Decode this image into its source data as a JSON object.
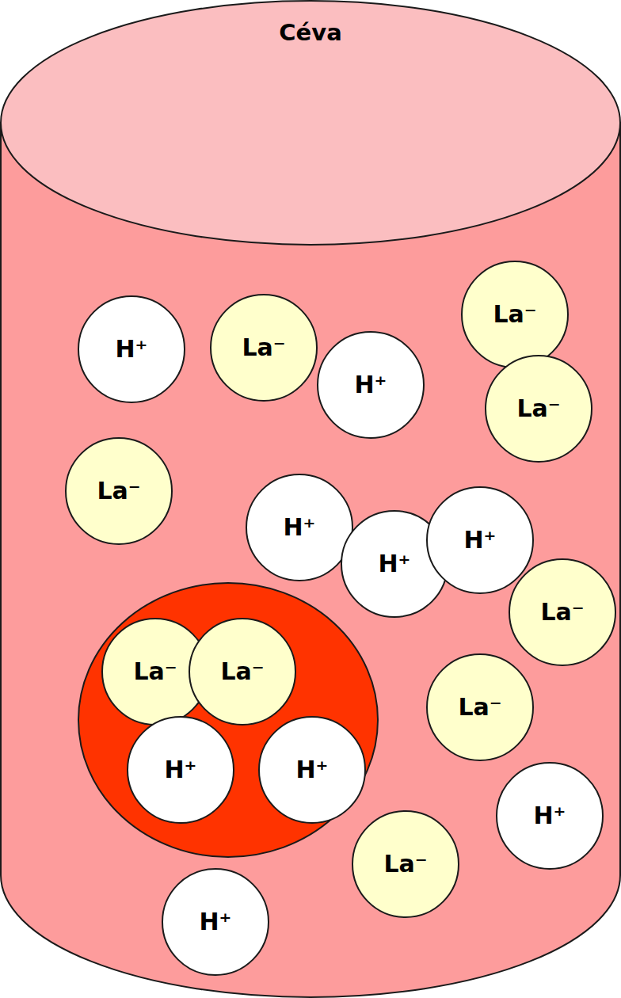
{
  "diagram": {
    "nodes": [
      {
        "text": [
          "Céva"
        ]
      },
      {
        "text": [
          "H⁺"
        ],
        "in": 0
      },
      {
        "text": [
          "La⁻"
        ],
        "in": 0
      },
      {
        "text": [
          "H⁺"
        ],
        "in": 0
      },
      {
        "text": [
          "La⁻"
        ],
        "in": 0
      },
      {
        "text": [
          "La⁻"
        ],
        "in": 0
      },
      {
        "text": [
          "La⁻"
        ],
        "in": 0
      },
      {
        "text": [
          "H⁺"
        ],
        "in": 0
      },
      {
        "text": [
          "H⁺"
        ],
        "in": 0
      },
      {
        "text": [
          "H⁺"
        ],
        "in": 0
      },
      {
        "text": [
          "La⁻"
        ],
        "in": 0
      },
      {
        "text": [],
        "in": 0
      },
      {
        "text": [
          "La⁻"
        ],
        "in": 11
      },
      {
        "text": [
          "La⁻"
        ],
        "in": 11
      },
      {
        "text": [
          "H⁺"
        ],
        "in": 11
      },
      {
        "text": [
          "H⁺"
        ],
        "in": 11
      },
      {
        "text": [
          "La⁻"
        ],
        "in": 0
      },
      {
        "text": [
          "H⁺"
        ],
        "in": 0
      },
      {
        "text": [
          "La⁻"
        ],
        "in": 0
      },
      {
        "text": [
          "H⁺"
        ],
        "in": 0
      }
    ]
  }
}
